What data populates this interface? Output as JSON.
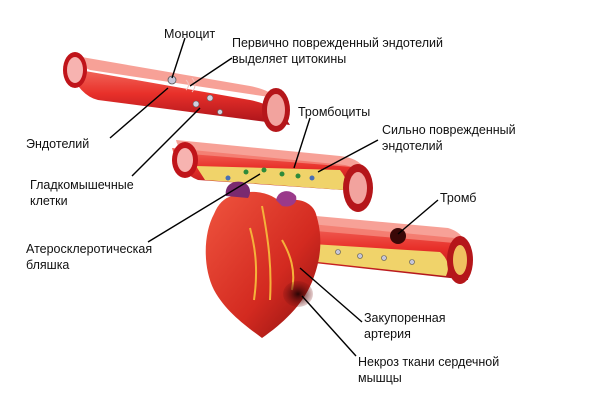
{
  "labels": {
    "monocyte": "Моноцит",
    "primary_damage_line1": "Первично поврежденный эндотелий",
    "primary_damage_line2": "выделяет цитокины",
    "endothelium": "Эндотелий",
    "platelets": "Тромбоциты",
    "severe_damage_line1": "Сильно поврежденный",
    "severe_damage_line2": "эндотелий",
    "smooth_muscle_line1": "Гладкомышечные",
    "smooth_muscle_line2": "клетки",
    "thrombus": "Тромб",
    "plaque_line1": "Атеросклеротическая",
    "plaque_line2": "бляшка",
    "occluded_line1": "Закупоренная",
    "occluded_line2": "артерия",
    "necrosis_line1": "Некроз ткани сердечной",
    "necrosis_line2": "мышцы"
  },
  "colors": {
    "vessel_wall": "#e8302a",
    "vessel_dark": "#b5161a",
    "vessel_inner": "#f7b3b0",
    "plaque": "#f0d36a",
    "heart": "#d8281f",
    "heart_dark": "#8f0f10",
    "leader_line": "#000000"
  }
}
